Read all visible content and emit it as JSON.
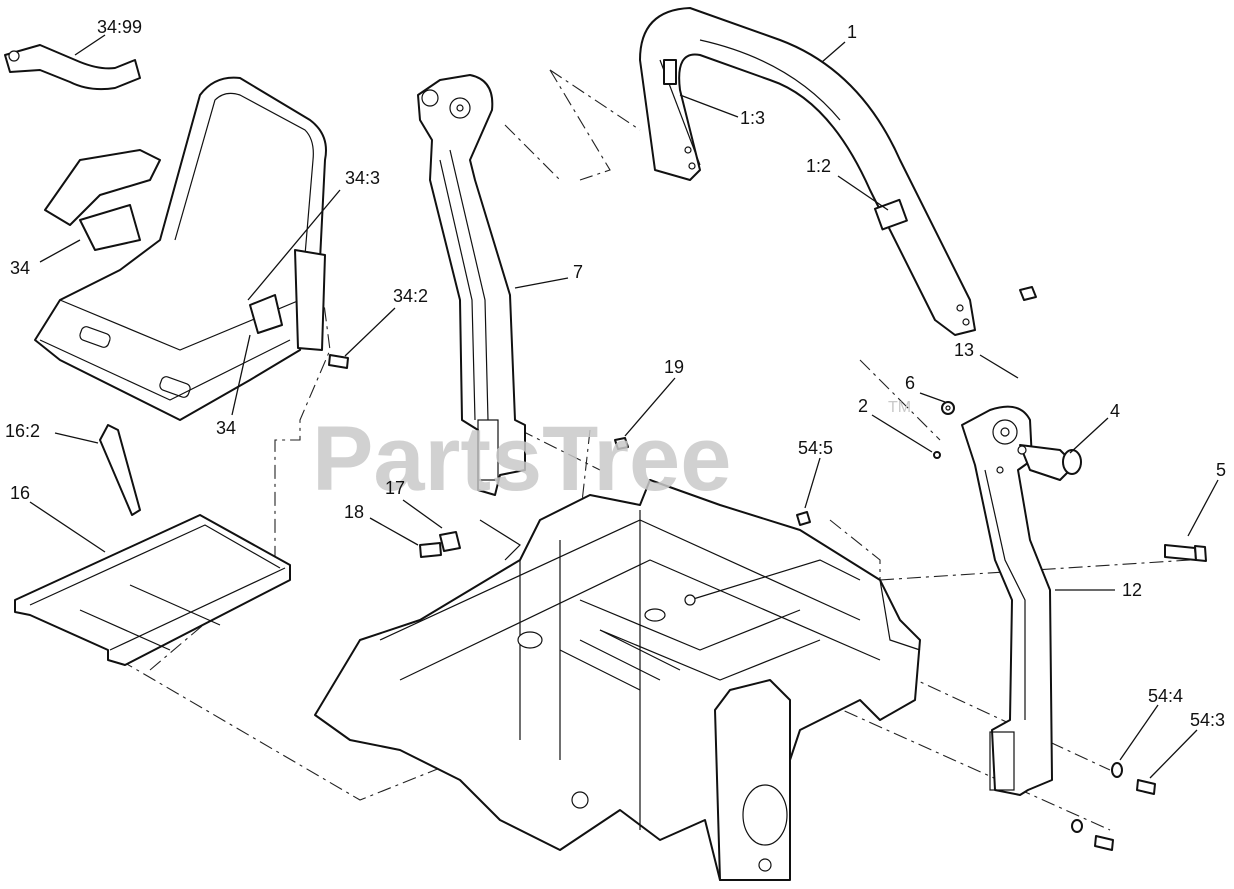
{
  "watermark": {
    "brand": "PartsTree",
    "trademark": "TM"
  },
  "callouts": [
    {
      "id": "c-1",
      "text": "1"
    },
    {
      "id": "c-1-3",
      "text": "1:3"
    },
    {
      "id": "c-1-2",
      "text": "1:2"
    },
    {
      "id": "c-34-99",
      "text": "34:99"
    },
    {
      "id": "c-34-3",
      "text": "34:3"
    },
    {
      "id": "c-34a",
      "text": "34"
    },
    {
      "id": "c-34b",
      "text": "34"
    },
    {
      "id": "c-34-2",
      "text": "34:2"
    },
    {
      "id": "c-7",
      "text": "7"
    },
    {
      "id": "c-13",
      "text": "13"
    },
    {
      "id": "c-6",
      "text": "6"
    },
    {
      "id": "c-2",
      "text": "2"
    },
    {
      "id": "c-4",
      "text": "4"
    },
    {
      "id": "c-19",
      "text": "19"
    },
    {
      "id": "c-54-5",
      "text": "54:5"
    },
    {
      "id": "c-16-2",
      "text": "16:2"
    },
    {
      "id": "c-16",
      "text": "16"
    },
    {
      "id": "c-17",
      "text": "17"
    },
    {
      "id": "c-18",
      "text": "18"
    },
    {
      "id": "c-5",
      "text": "5"
    },
    {
      "id": "c-12",
      "text": "12"
    },
    {
      "id": "c-54-4",
      "text": "54:4"
    },
    {
      "id": "c-54-3",
      "text": "54:3"
    }
  ]
}
